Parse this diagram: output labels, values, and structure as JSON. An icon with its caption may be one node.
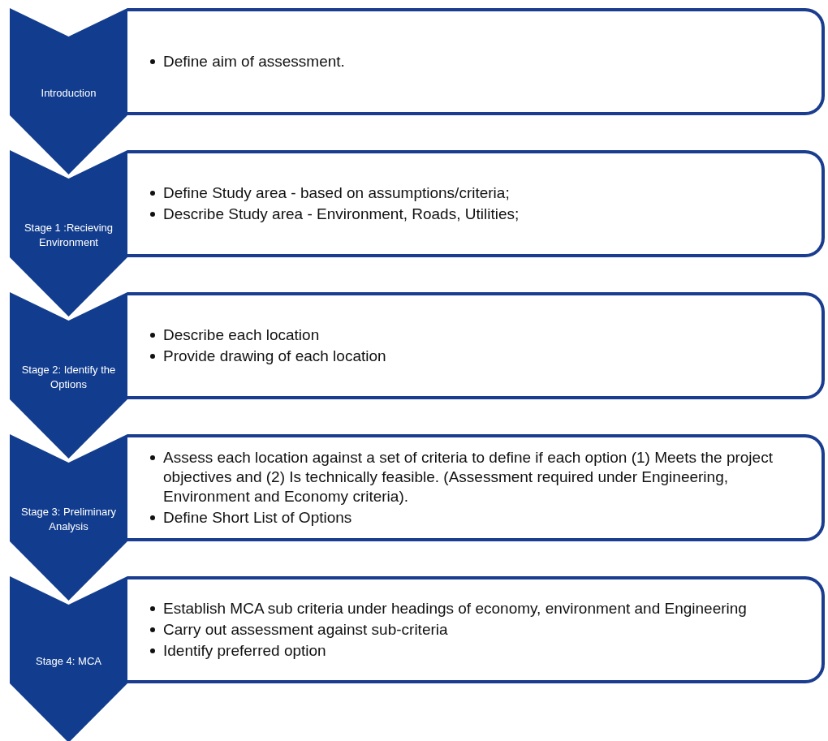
{
  "diagram": {
    "nodes": [
      {
        "text": [
          "Introduction"
        ]
      },
      {
        "text": [
          "Define aim of assessment."
        ]
      },
      {
        "text": [
          "Stage 1 :Recieving Environment"
        ]
      },
      {
        "text": [
          "Define Study area - based on assumptions/criteria;",
          "Describe Study area - Environment, Roads, Utilities;"
        ]
      },
      {
        "text": [
          "Stage 2: Identify the Options"
        ]
      },
      {
        "text": [
          "Describe each location",
          "Provide drawing of each location"
        ]
      },
      {
        "text": [
          "Stage 3: Preliminary Analysis"
        ]
      },
      {
        "text": [
          "Assess each location against a set of criteria to define if each option  (1) Meets the project objectives and (2) Is technically feasible. (Assessment required under Engineering, Environment and Economy criteria).",
          "Define Short List of Options"
        ]
      },
      {
        "text": [
          "Stage 4: MCA"
        ]
      },
      {
        "text": [
          "Establish MCA sub criteria under headings of economy, environment and Engineering",
          "Carry out assessment against sub-criteria",
          "Identify preferred option"
        ]
      }
    ]
  }
}
